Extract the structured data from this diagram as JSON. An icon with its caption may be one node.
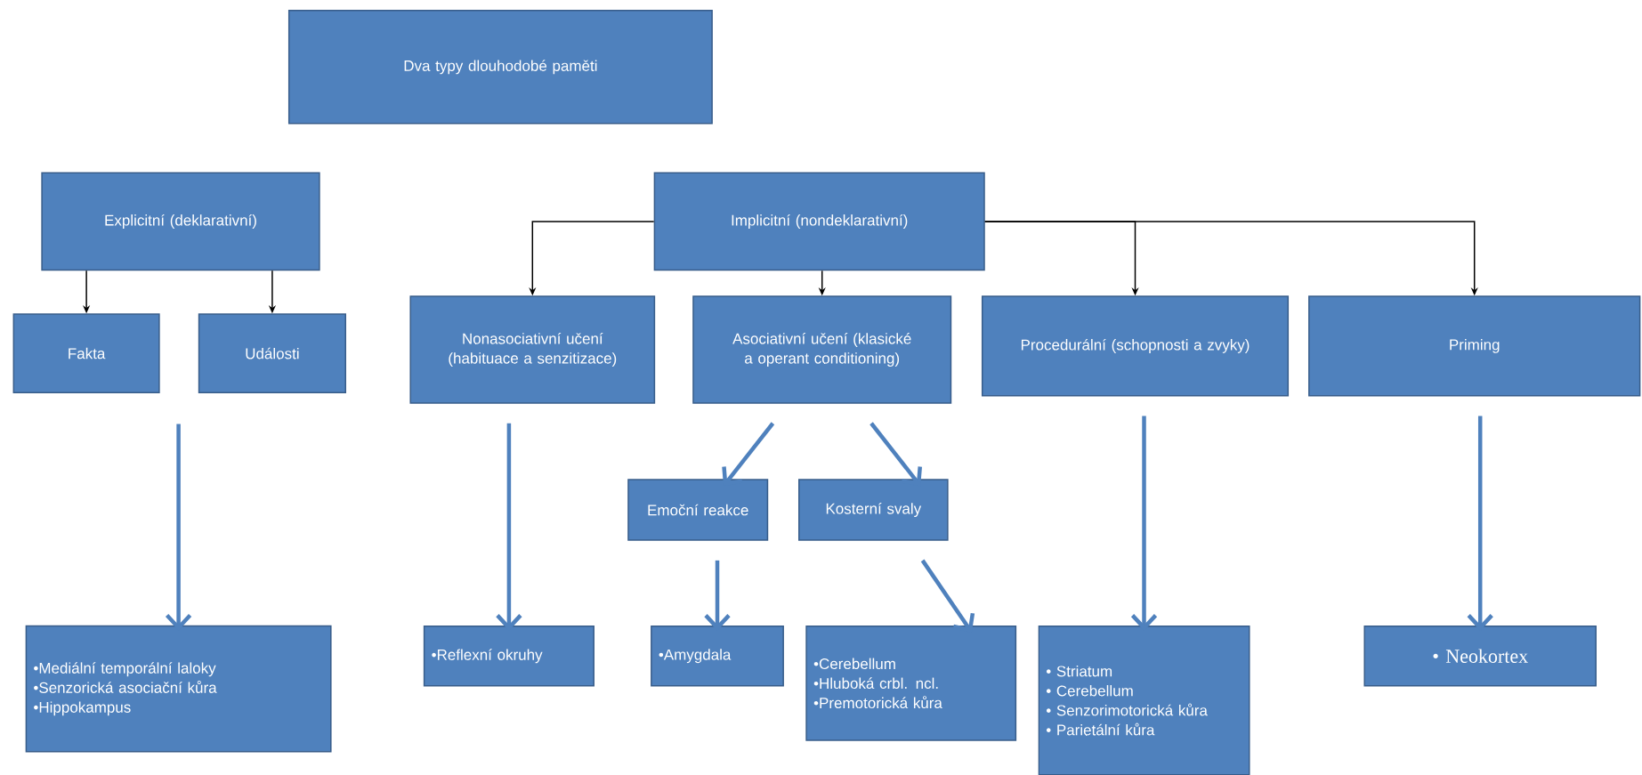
{
  "diagram": {
    "nodes": [
      {
        "text": [
          "Dva typy dlouhodobé paměti"
        ]
      },
      {
        "text": [
          "Explicitní (deklarativní)"
        ]
      },
      {
        "text": [
          "Implicitní (nondeklarativní)"
        ]
      },
      {
        "text": [
          "Fakta"
        ]
      },
      {
        "text": [
          "Události"
        ]
      },
      {
        "text": [
          "Nonasociativní učení (habituace a senzitizace)"
        ]
      },
      {
        "text": [
          "Asociativní učení (klasické a operant conditioning)"
        ]
      },
      {
        "text": [
          "Procedurální (schopnosti a zvyky)"
        ]
      },
      {
        "text": [
          "Priming"
        ]
      },
      {
        "text": [
          "Emoční reakce"
        ]
      },
      {
        "text": [
          "Kosterní svaly"
        ]
      },
      {
        "text": [
          "•Mediální temporální laloky",
          "•Senzorická asociační kůra",
          "•Hippokampus"
        ]
      },
      {
        "text": [
          "•Reflexní okruhy"
        ]
      },
      {
        "text": [
          "•Amygdala"
        ]
      },
      {
        "text": [
          "•Cerebellum",
          "•Hluboká crbl. ncl.",
          "•Premotorická kůra"
        ]
      },
      {
        "text": [
          "• Striatum",
          "• Cerebellum",
          "• Senzorimotorická kůra",
          "• Parietální kůra"
        ]
      },
      {
        "text": [
          "• Neokortex"
        ]
      }
    ],
    "edges": [
      {
        "from": 1,
        "to": 3,
        "arrow": "to",
        "color": "#000000"
      },
      {
        "from": 1,
        "to": 4,
        "arrow": "to",
        "color": "#000000"
      },
      {
        "from": 2,
        "to": 5,
        "arrow": "to",
        "color": "#000000"
      },
      {
        "from": 2,
        "to": 6,
        "arrow": "to",
        "color": "#000000"
      },
      {
        "from": 2,
        "to": 7,
        "arrow": "to",
        "color": "#000000"
      },
      {
        "from": 2,
        "to": 8,
        "arrow": "to",
        "color": "#000000"
      },
      {
        "from": null,
        "to": 11,
        "arrow": "to"
      },
      {
        "from": 5,
        "to": 12,
        "arrow": "to"
      },
      {
        "from": 6,
        "to": 9,
        "arrow": "to"
      },
      {
        "from": 6,
        "to": 10,
        "arrow": "to"
      },
      {
        "from": 9,
        "to": 13,
        "arrow": "to"
      },
      {
        "from": 10,
        "to": 14,
        "arrow": "to"
      },
      {
        "from": 7,
        "to": 15,
        "arrow": "to"
      },
      {
        "from": 8,
        "to": 16,
        "arrow": "to"
      }
    ]
  }
}
